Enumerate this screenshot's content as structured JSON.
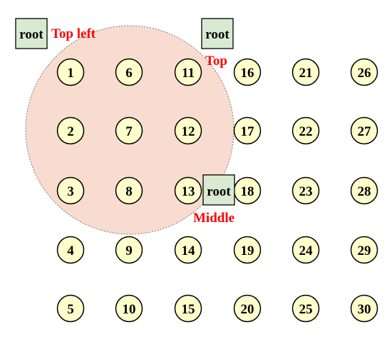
{
  "range_color": "#f8dcd0",
  "node_color": "#ffffcc",
  "root_color": "#d9ead3",
  "label_color": "#ff0000",
  "nodes": [
    "1",
    "2",
    "3",
    "4",
    "5",
    "6",
    "7",
    "8",
    "9",
    "10",
    "11",
    "12",
    "13",
    "14",
    "15",
    "16",
    "17",
    "18",
    "19",
    "20",
    "21",
    "22",
    "23",
    "24",
    "25",
    "26",
    "27",
    "28",
    "29",
    "30"
  ],
  "roots": [
    {
      "label": "root",
      "caption": "Top left"
    },
    {
      "label": "root",
      "caption": "Top"
    },
    {
      "label": "root",
      "caption": "Middle"
    }
  ]
}
